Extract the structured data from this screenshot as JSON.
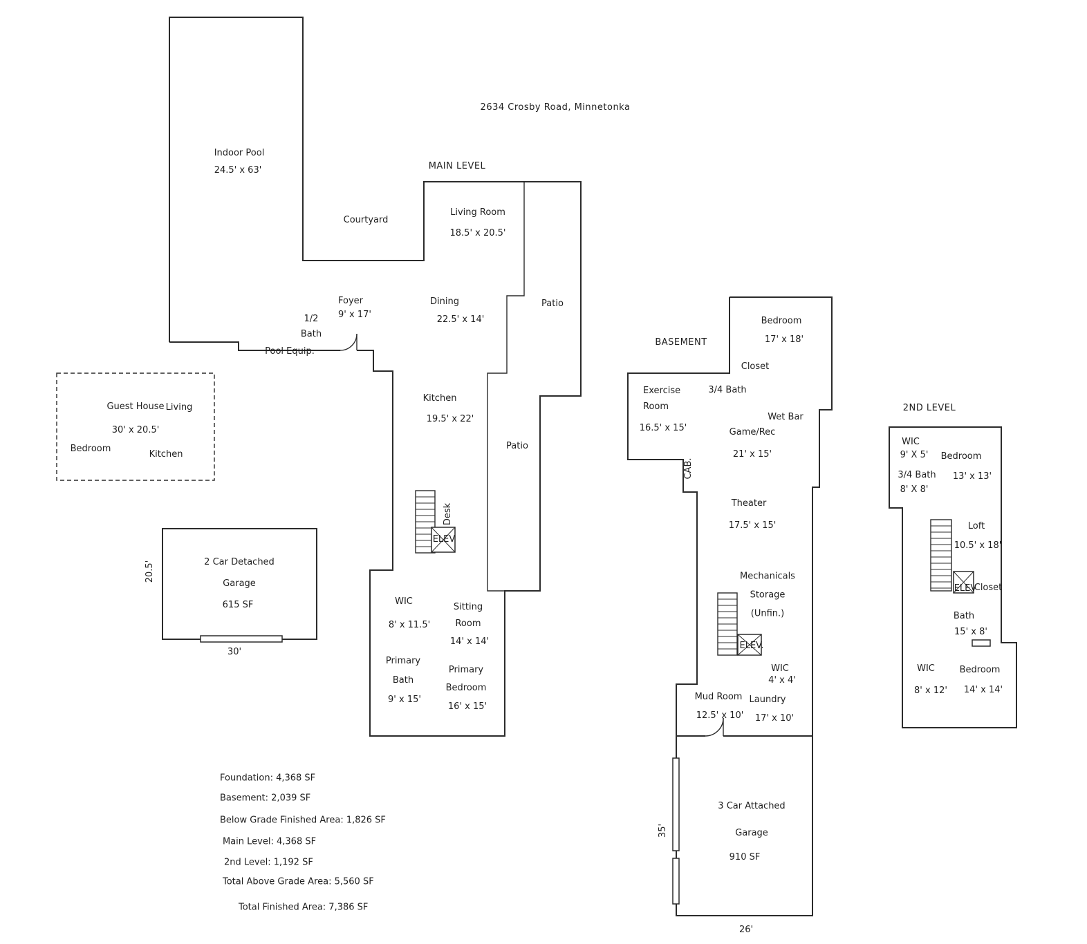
{
  "title": "2634 Crosby Road, Minnetonka",
  "colors": {
    "background": "#ffffff",
    "line": "#2b2b2b",
    "text": "#1f1f1f"
  },
  "main_level": {
    "label": "MAIN LEVEL",
    "indoor_pool": {
      "name": "Indoor Pool",
      "dims": "24.5' x 63'"
    },
    "courtyard": {
      "name": "Courtyard"
    },
    "living_room": {
      "name": "Living Room",
      "dims": "18.5' x 20.5'"
    },
    "foyer": {
      "name": "Foyer",
      "dims": "9' x 17'"
    },
    "half_bath": {
      "name": "1/2 Bath"
    },
    "pool_equip": {
      "name": "Pool Equip."
    },
    "dining": {
      "name": "Dining",
      "dims": "22.5' x 14'"
    },
    "patio_upper": {
      "name": "Patio"
    },
    "patio_lower": {
      "name": "Patio"
    },
    "kitchen": {
      "name": "Kitchen",
      "dims": "19.5' x 22'"
    },
    "desk": {
      "name": "Desk"
    },
    "elevator": {
      "name": "ELEV"
    },
    "wic": {
      "name": "WIC",
      "dims": "8' x 11.5'"
    },
    "sitting_room": {
      "name": "Sitting Room",
      "dims": "14' x 14'"
    },
    "primary_bath": {
      "name": "Primary Bath",
      "dims": "9' x 15'"
    },
    "primary_bedroom": {
      "name": "Primary Bedroom",
      "dims": "16' x 15'"
    }
  },
  "guest_house": {
    "name": "Guest House",
    "dims": "30' x 20.5'",
    "living": "Living",
    "bedroom": "Bedroom",
    "kitchen": "Kitchen"
  },
  "detached_garage": {
    "name": "2 Car Detached Garage",
    "area": "615 SF",
    "width": "30'",
    "depth": "20.5'"
  },
  "basement": {
    "label": "BASEMENT",
    "bedroom": {
      "name": "Bedroom",
      "dims": "17' x 18'"
    },
    "closet": {
      "name": "Closet"
    },
    "exercise_room": {
      "name": "Exercise Room",
      "dims": "16.5' x 15'"
    },
    "three_quarter_bath": {
      "name": "3/4 Bath"
    },
    "wet_bar": {
      "name": "Wet Bar"
    },
    "game_rec": {
      "name": "Game/Rec",
      "dims": "21' x 15'"
    },
    "cabinet": {
      "name": "CAB."
    },
    "theater": {
      "name": "Theater",
      "dims": "17.5' x 15'"
    },
    "mechanicals": {
      "name": "Mechanicals Storage (Unfin.)"
    },
    "elevator": {
      "name": "ELEV."
    },
    "wic": {
      "name": "WIC",
      "dims": "4' x 4'"
    },
    "mud_room": {
      "name": "Mud Room",
      "dims": "12.5' x 10'"
    },
    "laundry": {
      "name": "Laundry",
      "dims": "17' x 10'"
    }
  },
  "attached_garage": {
    "name": "3 Car Attached Garage",
    "area": "910 SF",
    "depth": "35'",
    "width": "26'"
  },
  "second_level": {
    "label": "2ND LEVEL",
    "wic_front": {
      "name": "WIC",
      "dims": "9' X 5'"
    },
    "bedroom_front": {
      "name": "Bedroom",
      "dims": "13' x 13'"
    },
    "three_quarter_bath": {
      "name": "3/4 Bath",
      "dims": "8' X 8'"
    },
    "loft": {
      "name": "Loft",
      "dims": "10.5' x 18'"
    },
    "elevator": {
      "name": "ELEV"
    },
    "closet": {
      "name": "Closet"
    },
    "bath": {
      "name": "Bath",
      "dims": "15' x 8'"
    },
    "wic_rear": {
      "name": "WIC",
      "dims": "8' x 12'"
    },
    "bedroom_rear": {
      "name": "Bedroom",
      "dims": "14' x 14'"
    }
  },
  "summary": {
    "lines": [
      "Foundation: 4,368 SF",
      "Basement: 2,039 SF",
      "Below Grade Finished Area: 1,826 SF",
      "Main Level: 4,368 SF",
      "2nd Level: 1,192 SF",
      "Total Above Grade Area: 5,560 SF",
      "Total Finished Area: 7,386 SF"
    ]
  }
}
